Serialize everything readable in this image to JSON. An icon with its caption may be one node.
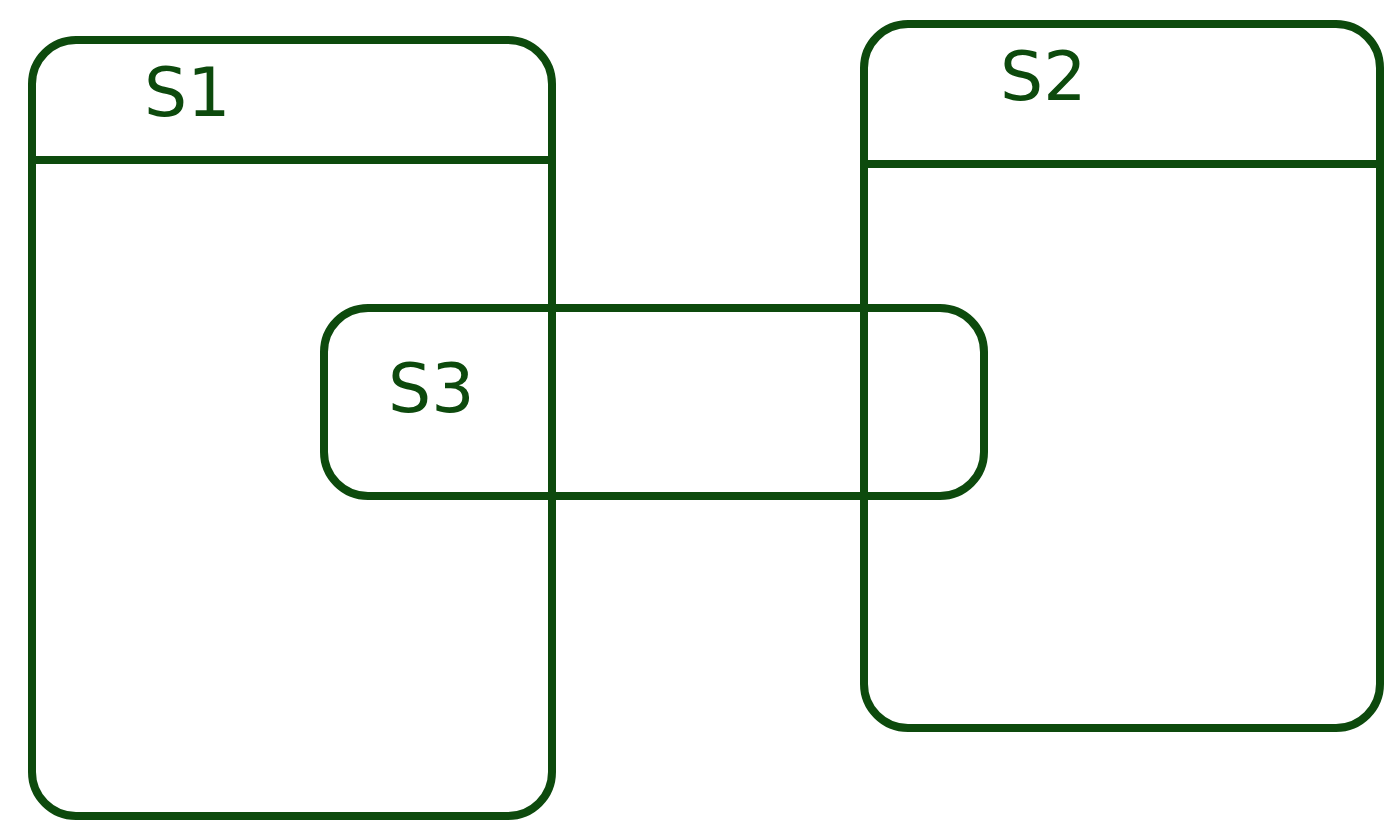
{
  "diagram": {
    "nodes": [
      {
        "text": [
          "S1"
        ]
      },
      {
        "text": [
          "S2"
        ]
      },
      {
        "text": [
          "S3"
        ]
      }
    ]
  }
}
